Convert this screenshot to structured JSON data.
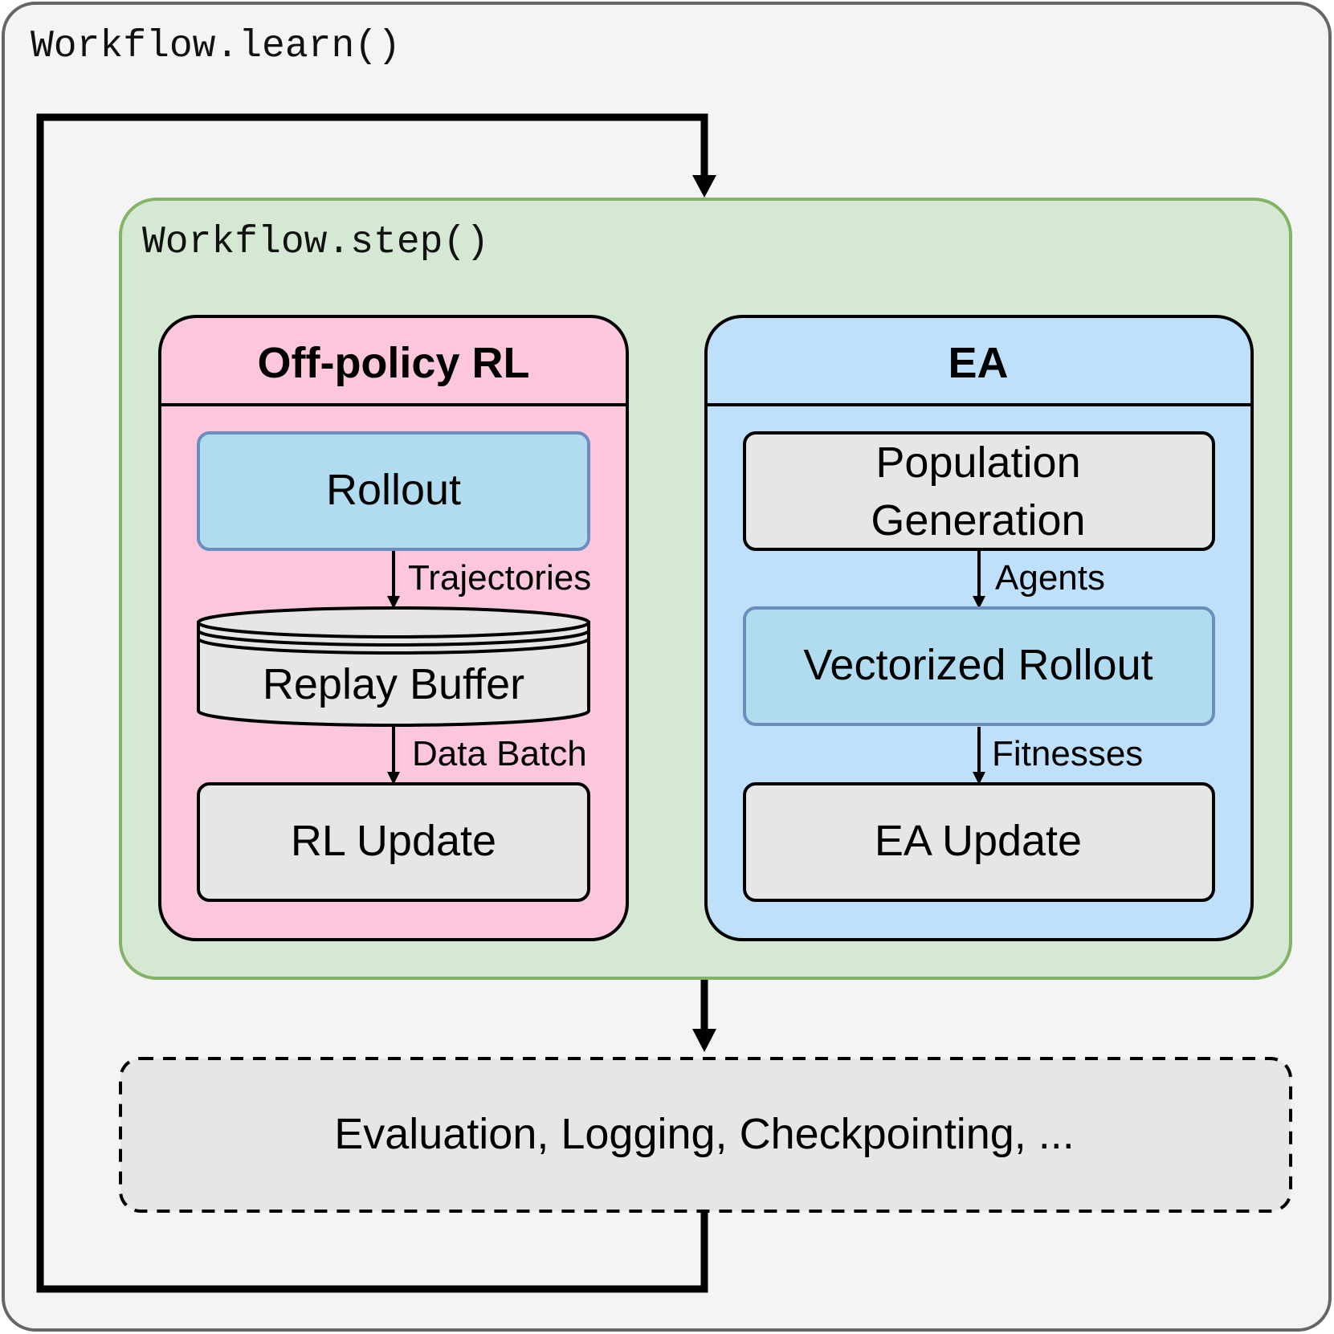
{
  "outer_title": "Workflow.learn()",
  "step_title": "Workflow.step()",
  "rl_panel": {
    "title": "Off-policy RL",
    "rollout": "Rollout",
    "edge1": "Trajectories",
    "buffer": "Replay Buffer",
    "edge2": "Data Batch",
    "update": "RL Update"
  },
  "ea_panel": {
    "title": "EA",
    "population_line1": "Population",
    "population_line2": "Generation",
    "edge1": "Agents",
    "rollout": "Vectorized Rollout",
    "edge2": "Fitnesses",
    "update": "EA Update"
  },
  "post_step": "Evaluation, Logging, Checkpointing, ...",
  "colors": {
    "outer_bg": "#f4f4f4",
    "outer_border": "#666666",
    "step_bg": "#d5e8d4",
    "step_border": "#82b366",
    "rl_bg": "#fcc6dc",
    "ea_bg": "#bfe0fb",
    "rollout_bg": "#b1dcef",
    "rollout_border": "#6c8ebf",
    "gray_box": "#e6e6e6"
  }
}
